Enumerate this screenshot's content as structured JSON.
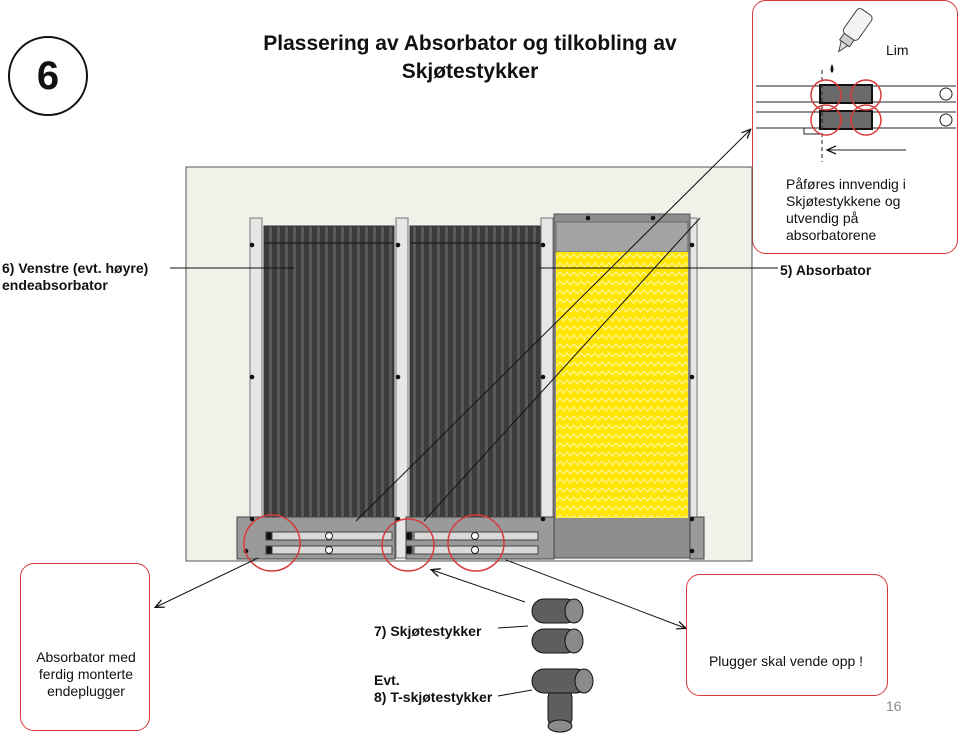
{
  "step_number": "6",
  "title_line1": "Plassering av Absorbator og tilkobling av",
  "title_line2": "Skjøtestykker",
  "lim_label": "Lim",
  "glue_note": [
    "Påføres innvendig i",
    "Skjøtestykkene og",
    "utvendig på",
    "absorbatorene"
  ],
  "label_absorbator": "5) Absorbator",
  "label_end_absorber": [
    "6) Venstre (evt. høyre)",
    "endeabsorbator"
  ],
  "warning_left": [
    "Absorbator med",
    "ferdig monterte",
    "endeplugger"
  ],
  "label_joint": "7) Skjøtestykker",
  "label_t_joint": [
    "Evt.",
    "8) T-skjøtestykker"
  ],
  "warning_right": "Plugger skal vende opp !",
  "page_number": "16",
  "colors": {
    "accent_red": "#d73a3a",
    "absorber_yellow": "#ffe81a",
    "absorber_dark": "#4a4a4a",
    "warning_yellow": "#ffd200"
  }
}
